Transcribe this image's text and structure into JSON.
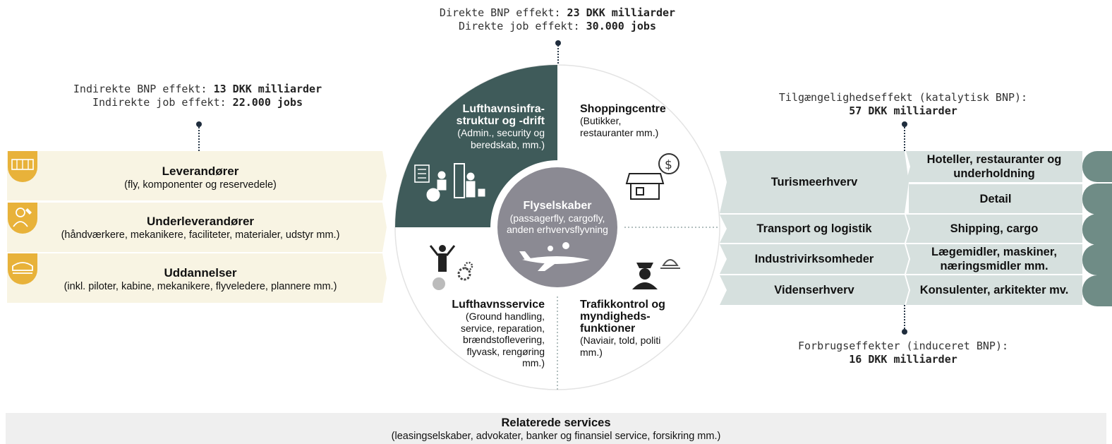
{
  "top_direct": {
    "bnp_label": "Direkte BNP effekt: ",
    "bnp_value": "23 DKK milliarder",
    "job_label": "Direkte job effekt: ",
    "job_value": "30.000 jobs"
  },
  "indirect": {
    "bnp_label": "Indirekte BNP effekt: ",
    "bnp_value": "13 DKK milliarder",
    "job_label": "Indirekte job effekt: ",
    "job_value": "22.000 jobs"
  },
  "catalytic": {
    "label": "Tilgængelighedseffekt (katalytisk BNP):",
    "value": "57 DKK milliarder"
  },
  "induced": {
    "label": "Forbrugseffekter (induceret BNP):",
    "value": "16 DKK milliarder"
  },
  "left_bands": [
    {
      "title": "Leverandører",
      "subtitle": "(fly, komponenter og reservedele)",
      "icon": "supplier-icon"
    },
    {
      "title": "Underleverandører",
      "subtitle": "(håndværkere, mekanikere, faciliteter, materialer, udstyr mm.)",
      "icon": "wrench-person-icon"
    },
    {
      "title": "Uddannelser",
      "subtitle": "(inkl. piloter, kabine, mekanikere, flyveledere, plannere mm.)",
      "icon": "pilot-cap-icon"
    }
  ],
  "quadrants": {
    "top_left": {
      "title_line1": "Lufthavnsinfra-",
      "title_line2": "struktur og -drift",
      "sub_line1": "(Admin., security og",
      "sub_line2": "beredskab, mm.)"
    },
    "top_right": {
      "title": "Shoppingcentre",
      "sub_line1": "(Butikker,",
      "sub_line2": "restauranter mm.)"
    },
    "bottom_left": {
      "title": "Lufthavnsservice",
      "sub_lines": [
        "(Ground handling,",
        "service, reparation,",
        "brændstoflevering,",
        "flyvask, rengøring",
        "mm.)"
      ]
    },
    "bottom_right": {
      "title_lines": [
        "Trafikkontrol og",
        "myndigheds-",
        "funktioner"
      ],
      "sub_lines": [
        "(Naviair, told, politi",
        "mm.)"
      ]
    }
  },
  "center": {
    "title": "Flyselskaber",
    "sub_line1": "(passagerfly, cargofly,",
    "sub_line2": "anden erhvervsflyvning"
  },
  "right_rows": [
    {
      "sector": "Turismeerhverv",
      "details": [
        "Hoteller, restauranter og underholdning",
        "Detail"
      ]
    },
    {
      "sector": "Transport og logistik",
      "details": [
        "Shipping,  cargo"
      ]
    },
    {
      "sector": "Industrivirksomheder",
      "details": [
        "Lægemidler, maskiner, næringsmidler mm."
      ]
    },
    {
      "sector": "Videnserhverv",
      "details": [
        "Konsulenter, arkitekter mv."
      ]
    }
  ],
  "right_icons": [
    "tourist-icon",
    "cart-icon",
    "ship-icon",
    "heart-pulse-icon",
    "idea-people-icon"
  ],
  "bottom": {
    "title": "Relaterede services",
    "subtitle": "(leasingselskaber, advokater, banker og finansiel service, forsikring mm.)"
  },
  "colors": {
    "dark_teal": "#3f5b5a",
    "center_grey": "#8b8a93",
    "left_band": "#f8f4e3",
    "left_badge": "#e8b23a",
    "right_band": "#d6e0de",
    "right_badge": "#6f8c86",
    "bottom_band": "#efefef"
  }
}
